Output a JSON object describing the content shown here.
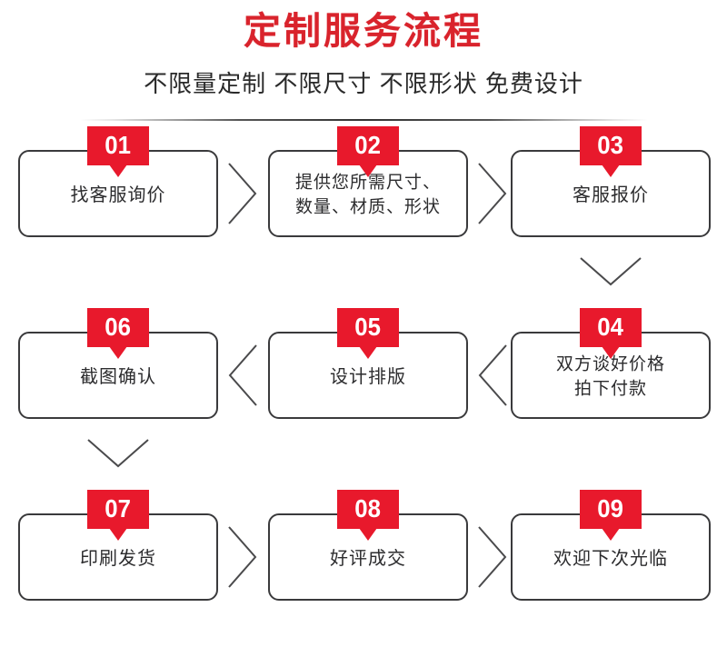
{
  "header": {
    "title": "定制服务流程",
    "subtitle": "不限量定制 不限尺寸 不限形状 免费设计",
    "title_color": "#d9232c",
    "subtitle_color": "#2a2a2a",
    "divider": "gradient-rule"
  },
  "theme": {
    "badge_red": "#e8192c",
    "box_border": "#3a3a3c",
    "text_color": "#2c2c2e",
    "background": "#ffffff"
  },
  "flow": {
    "steps": [
      {
        "number": "01",
        "label": "找客服询价",
        "row": 1,
        "col": 1
      },
      {
        "number": "02",
        "label": "提供您所需尺寸、\n数量、材质、形状",
        "row": 1,
        "col": 2
      },
      {
        "number": "03",
        "label": "客服报价",
        "row": 1,
        "col": 3
      },
      {
        "number": "04",
        "label": "双方谈好价格\n拍下付款",
        "row": 2,
        "col": 3
      },
      {
        "number": "05",
        "label": "设计排版",
        "row": 2,
        "col": 2
      },
      {
        "number": "06",
        "label": "截图确认",
        "row": 2,
        "col": 1
      },
      {
        "number": "07",
        "label": "印刷发货",
        "row": 3,
        "col": 1
      },
      {
        "number": "08",
        "label": "好评成交",
        "row": 3,
        "col": 2
      },
      {
        "number": "09",
        "label": "欢迎下次光临",
        "row": 3,
        "col": 3
      }
    ],
    "connectors": [
      {
        "kind": "chevron-right",
        "from": "01",
        "to": "02"
      },
      {
        "kind": "chevron-right",
        "from": "02",
        "to": "03"
      },
      {
        "kind": "chevron-down",
        "from": "03",
        "to": "04"
      },
      {
        "kind": "chevron-left",
        "from": "04",
        "to": "05"
      },
      {
        "kind": "chevron-left",
        "from": "05",
        "to": "06"
      },
      {
        "kind": "chevron-down",
        "from": "06",
        "to": "07"
      },
      {
        "kind": "chevron-right",
        "from": "07",
        "to": "08"
      },
      {
        "kind": "chevron-right",
        "from": "08",
        "to": "09"
      }
    ]
  }
}
